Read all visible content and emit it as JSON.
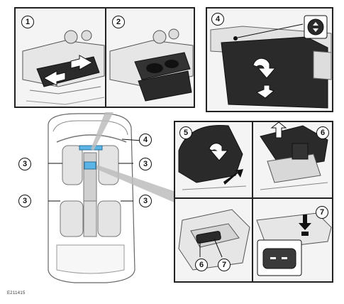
{
  "callouts": {
    "c1": "1",
    "c2": "2",
    "c4_top": "4",
    "c5": "5",
    "c6_top": "6",
    "c7_top": "7",
    "c6_bottom": "6",
    "c7_bottom": "7",
    "c3_left_upper": "3",
    "c3_right_upper": "3",
    "c3_left_lower": "3",
    "c3_right_lower": "3",
    "c4_car": "4"
  },
  "figure_code": "E211415",
  "colors": {
    "outline": "#222222",
    "panel_bg": "#f2f2f2",
    "dark_part": "#2a2a2a",
    "highlight_blue": "#5ab4e6",
    "leader_grey": "#a8a8a8"
  }
}
